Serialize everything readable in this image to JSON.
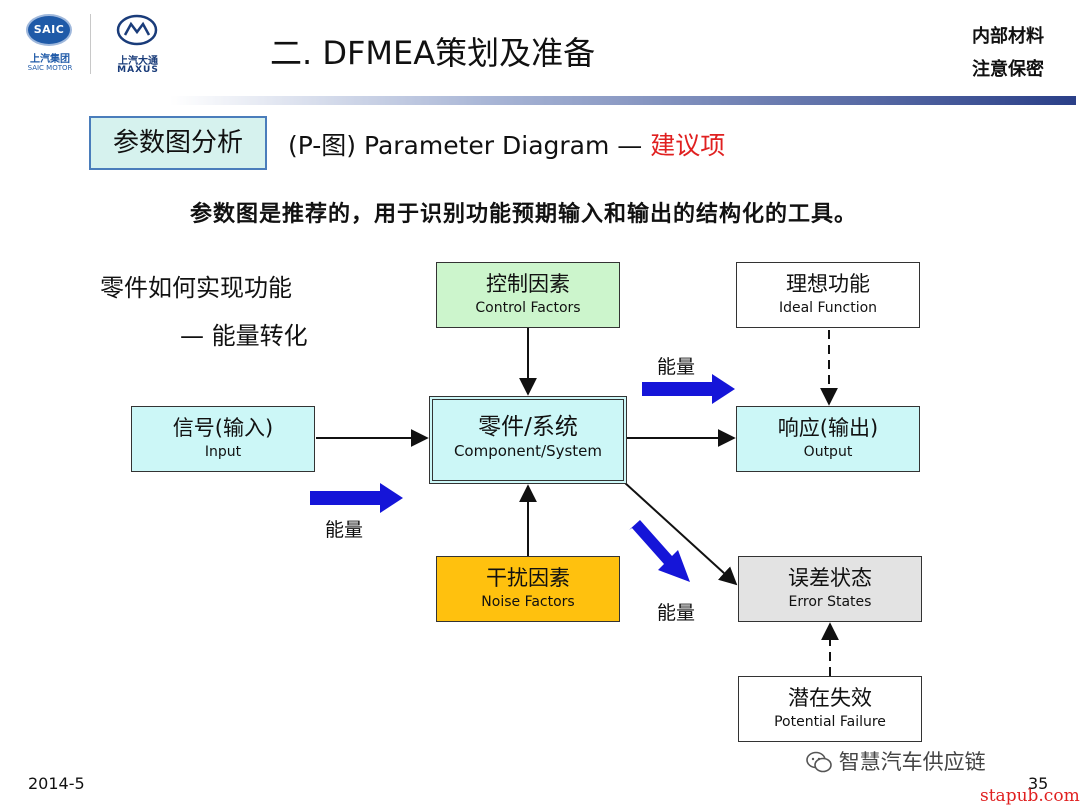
{
  "header": {
    "saic_logo_text": "SAIC",
    "saic_cn": "上汽集团",
    "saic_en": "SAIC MOTOR",
    "maxus_cn": "上汽大通",
    "maxus_en": "MAXUS",
    "title": "二. DFMEA策划及准备",
    "internal_line1": "内部材料",
    "internal_line2": "注意保密"
  },
  "section": {
    "label": "参数图分析",
    "desc_prefix": "(P-图) Parameter Diagram — ",
    "desc_highlight": "建议项",
    "subtitle": "参数图是推荐的，用于识别功能预期输入和输出的结构化的工具。"
  },
  "notes": {
    "line1": "零件如何实现功能",
    "line2": "— 能量转化"
  },
  "diagram": {
    "control": {
      "cn": "控制因素",
      "en": "Control Factors"
    },
    "ideal": {
      "cn": "理想功能",
      "en": "Ideal Function"
    },
    "input": {
      "cn": "信号(输入)",
      "en": "Input"
    },
    "system": {
      "cn": "零件/系统",
      "en": "Component/System"
    },
    "output": {
      "cn": "响应(输出)",
      "en": "Output"
    },
    "noise": {
      "cn": "干扰因素",
      "en": "Noise Factors"
    },
    "error": {
      "cn": "误差状态",
      "en": "Error States"
    },
    "failure": {
      "cn": "潜在失效",
      "en": "Potential Failure"
    },
    "energy_top": "能量",
    "energy_left": "能量",
    "energy_bottom": "能量"
  },
  "colors": {
    "cyan_box": "#ccf7f7",
    "green_box": "#ccf5cc",
    "yellow_box": "#ffc10e",
    "grey_box": "#e3e3e3",
    "energy_arrow": "#1515d8",
    "highlight": "#e02020",
    "section_fill": "#d6f2ee"
  },
  "footer": {
    "date": "2014-5",
    "page": "35",
    "watermark": "智慧汽车供应链",
    "site": "stapub.com"
  }
}
